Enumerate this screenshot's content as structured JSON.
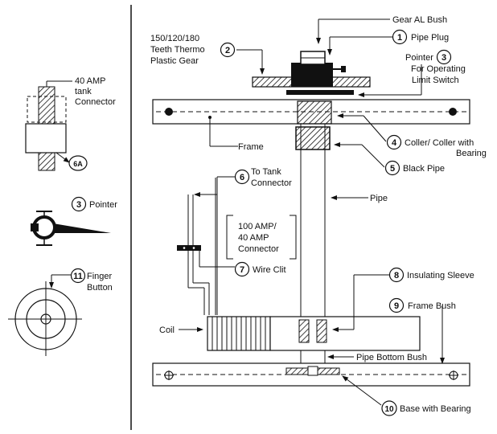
{
  "labels": {
    "gear_al_bush": "Gear AL Bush",
    "pipe_plug": "Pipe Plug",
    "gear_line1": "150/120/180",
    "gear_line2": "Teeth Thermo",
    "gear_line3": "Plastic Gear",
    "pointer_line1": "Pointer",
    "pointer_line2": "For Operating",
    "pointer_line3": "Limit Switch",
    "collar_line1": "Coller/ Coller with",
    "collar_line2": "Bearing",
    "frame": "Frame",
    "black_pipe": "Black Pipe",
    "tank_line1": "To Tank",
    "tank_line2": "Connector",
    "pipe": "Pipe",
    "amp_line1": "100 AMP/",
    "amp_line2": "40 AMP",
    "amp_line3": "Connector",
    "wire_clit": "Wire Clit",
    "insulating_sleeve": "Insulating Sleeve",
    "frame_bush": "Frame Bush",
    "coil": "Coil",
    "pipe_bottom_bush": "Pipe Bottom Bush",
    "base_bearing": "Base with Bearing",
    "left_amp_line1": "40 AMP",
    "left_amp_line2": "tank",
    "left_amp_line3": "Connector",
    "left_pointer": "Pointer",
    "finger_line1": "Finger",
    "finger_line2": "Button"
  },
  "numbers": {
    "n1": "1",
    "n2": "2",
    "n3": "3",
    "n4": "4",
    "n5": "5",
    "n6": "6",
    "n7": "7",
    "n8": "8",
    "n9": "9",
    "n10": "10",
    "n11": "11",
    "n6a": "6A",
    "n3b": "3"
  }
}
